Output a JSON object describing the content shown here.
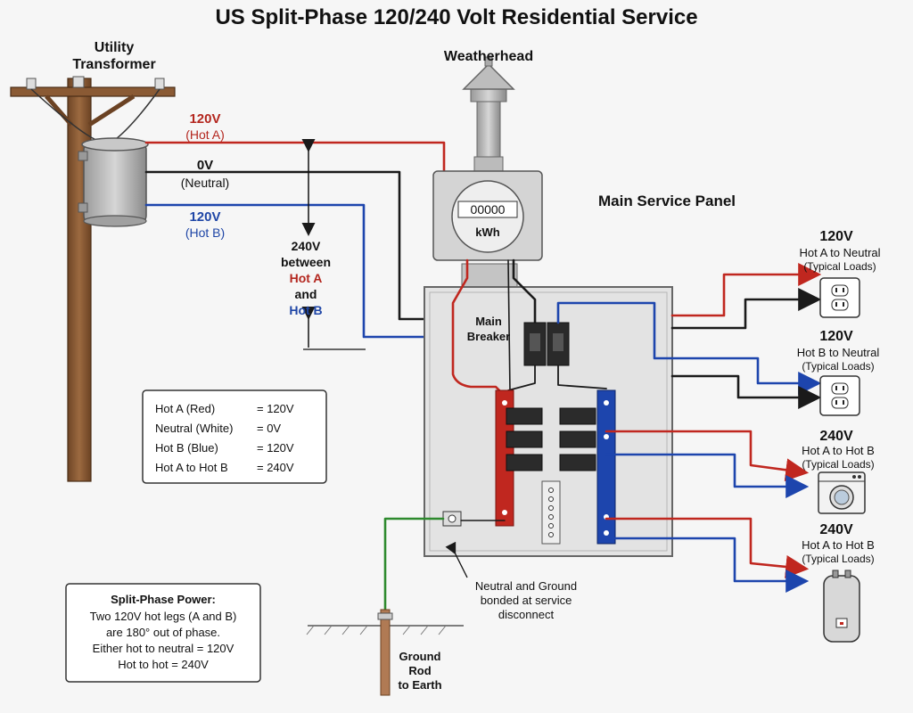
{
  "title": "US Split-Phase 120/240 Volt Residential Service",
  "labels": {
    "transformer_line1": "Utility",
    "transformer_line2": "Transformer",
    "weatherhead": "Weatherhead",
    "main_service_panel": "Main Service Panel",
    "meter_digits": "00000",
    "meter_unit": "kWh",
    "main_breaker_line1": "Main",
    "main_breaker_line2": "Breaker",
    "hot_a_voltage": "120V",
    "hot_a_name": "(Hot A)",
    "neutral_voltage": "0V",
    "neutral_name": "(Neutral)",
    "hot_b_voltage": "120V",
    "hot_b_name": "(Hot B)",
    "between_voltage": "240V",
    "between_word": "between",
    "between_hot_a": "Hot A",
    "between_and": "and",
    "between_hot_b": "Hot B",
    "bond_line1": "Neutral and Ground",
    "bond_line2": "bonded at service",
    "bond_line3": "disconnect",
    "ground_line1": "Ground",
    "ground_line2": "Rod",
    "ground_line3": "to Earth"
  },
  "legend": [
    {
      "name": "Hot A (Red)",
      "value": "= 120V",
      "color": "#b3261e"
    },
    {
      "name": "Neutral (White)",
      "value": "= 0V",
      "color": "#111111"
    },
    {
      "name": "Hot B (Blue)",
      "value": "= 120V",
      "color": "#1f46a6"
    },
    {
      "name": "Hot A to Hot B",
      "value": "= 240V",
      "color": "#b3261e"
    }
  ],
  "info": {
    "heading": "Split-Phase Power:",
    "lines": [
      "Two 120V hot legs (A and B)",
      "are 180° out of phase.",
      "Either hot to neutral = 120V",
      "Hot to hot = 240V"
    ]
  },
  "loads": [
    {
      "voltage": "120V",
      "desc": "Hot A to Neutral",
      "sub": "(Typical Loads)",
      "voltage_color": "#b3261e",
      "desc_color": "#b3261e",
      "icon": "outlet-icon"
    },
    {
      "voltage": "120V",
      "desc": "Hot B to Neutral",
      "sub": "(Typical Loads)",
      "voltage_color": "#1f46a6",
      "desc_color": "#1f46a6",
      "icon": "outlet-icon"
    },
    {
      "voltage": "240V",
      "desc": "Hot A to Hot B",
      "sub": "(Typical Loads)",
      "voltage_color": "#111111",
      "desc_color": "#b3261e",
      "icon": "washing-machine-icon"
    },
    {
      "voltage": "240V",
      "desc": "Hot A to Hot B",
      "sub": "(Typical Loads)",
      "voltage_color": "#111111",
      "desc_color": "#b3261e",
      "icon": "water-heater-icon"
    }
  ],
  "colors": {
    "hot_a": "#c0271f",
    "neutral": "#1a1a1a",
    "hot_b": "#1d45ad",
    "ground": "#2e8a2e"
  }
}
